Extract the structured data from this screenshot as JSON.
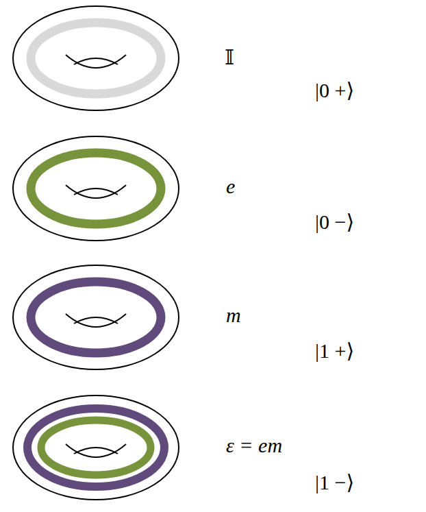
{
  "diagram": {
    "labels": [
      "𝕀",
      "|0 +⟩",
      "e",
      "|0 −⟩",
      "m",
      "|1 +⟩",
      "ε = em",
      "|1 −⟩"
    ]
  }
}
